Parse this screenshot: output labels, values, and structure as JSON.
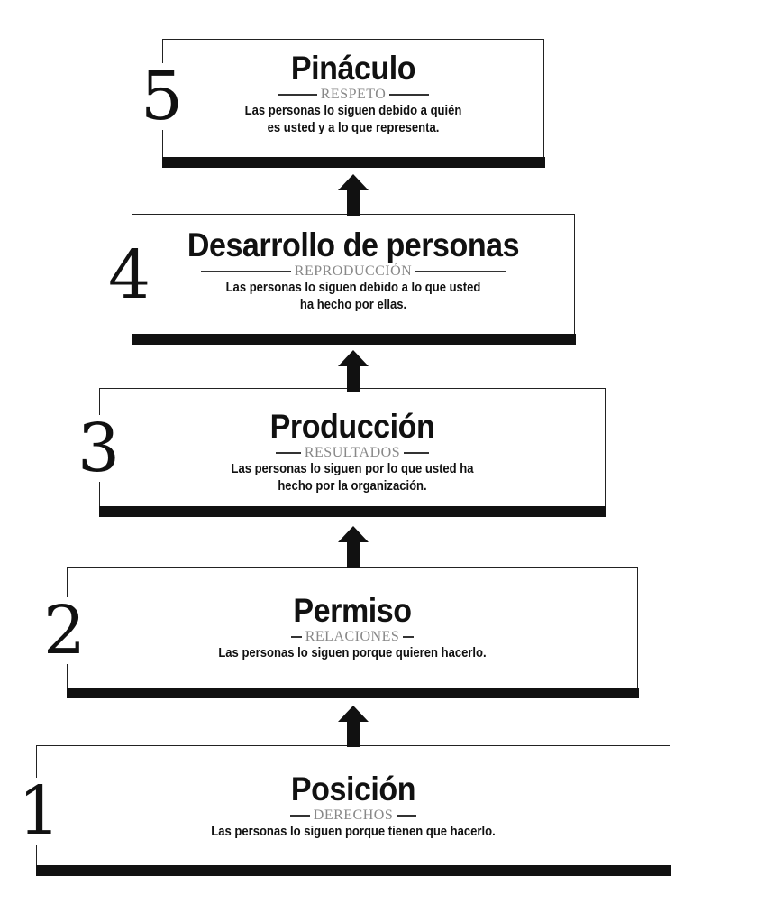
{
  "levels": [
    {
      "number": "5",
      "title": "Pináculo",
      "keyword": "RESPETO",
      "description_lines": [
        "Las personas lo siguen debido a quién",
        "es usted y a lo que representa."
      ]
    },
    {
      "number": "4",
      "title": "Desarrollo de personas",
      "keyword": "REPRODUCCIÓN",
      "description_lines": [
        "Las personas lo siguen debido a lo que usted",
        "ha hecho por ellas."
      ]
    },
    {
      "number": "3",
      "title": "Producción",
      "keyword": "RESULTADOS",
      "description_lines": [
        "Las personas lo siguen por lo que usted ha",
        "hecho por la organización."
      ]
    },
    {
      "number": "2",
      "title": "Permiso",
      "keyword": "RELACIONES",
      "description_lines": [
        "Las personas lo siguen porque quieren hacerlo."
      ]
    },
    {
      "number": "1",
      "title": "Posición",
      "keyword": "DERECHOS",
      "description_lines": [
        "Las personas lo siguen porque tienen que hacerlo."
      ]
    }
  ]
}
